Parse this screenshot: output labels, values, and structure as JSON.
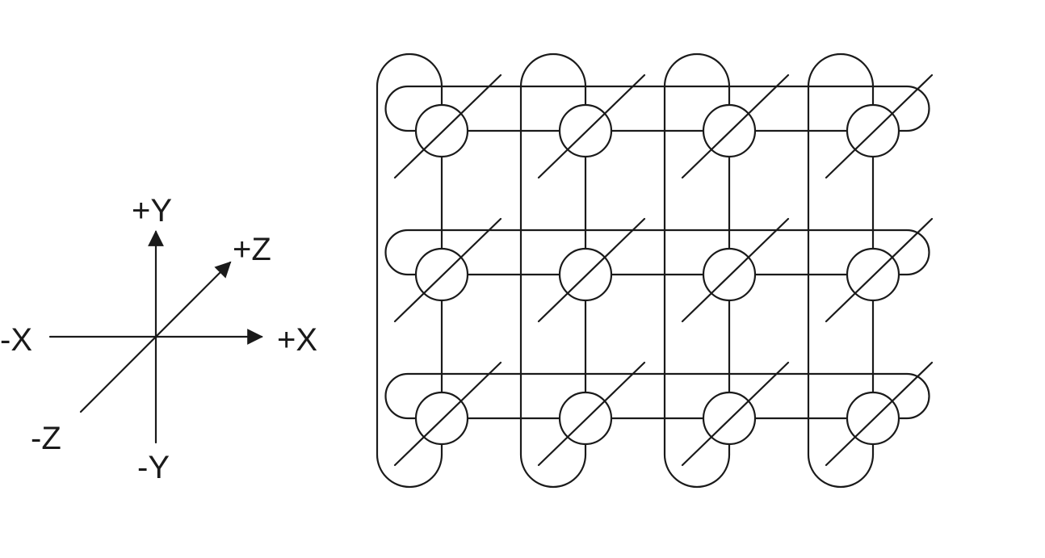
{
  "axes": {
    "pos_y": "+Y",
    "neg_y": "-Y",
    "pos_x": "+X",
    "neg_x": "-X",
    "pos_z": "+Z",
    "neg_z": "-Z"
  },
  "torus": {
    "columns": 4,
    "rows": 3
  },
  "colors": {
    "stroke": "#1a1a1a",
    "background": "#ffffff"
  }
}
